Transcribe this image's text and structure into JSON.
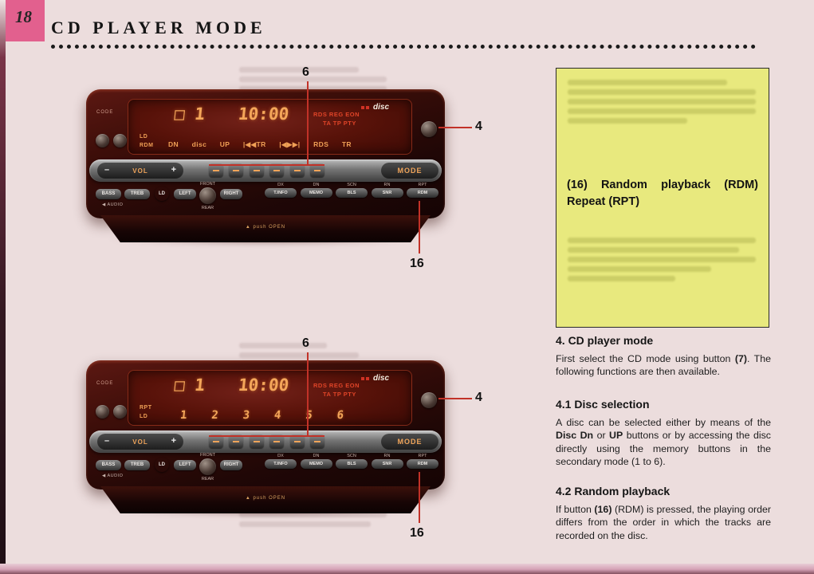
{
  "page": {
    "number": "18",
    "title": "CD PLAYER MODE"
  },
  "callouts": {
    "six": "6",
    "four": "4",
    "sixteen": "16"
  },
  "stereo_top": {
    "code_label": "CODE",
    "display": {
      "disc": "□ 1",
      "time": "10:00",
      "rds_line1": "RDS REG EON",
      "rds_line2": "TA TP PTY",
      "logo": "disc"
    },
    "row2_left": [
      "LD",
      "RDM"
    ],
    "row2_items": [
      "DN",
      "disc",
      "UP",
      "|◀◀TR",
      "|◀▶▶|",
      "RDS",
      "TR"
    ],
    "vol": {
      "minus": "–",
      "label": "VOL",
      "plus": "+"
    },
    "mode_label": "MODE",
    "small_buttons": [
      "BASS",
      "TREB",
      "LD",
      "LEFT",
      "RIGHT"
    ],
    "front_label": "FRONT",
    "rear_label": "REAR",
    "audio_label": "◀ AUDIO",
    "right_buttons": [
      {
        "top": "DX",
        "label": "T.INFO"
      },
      {
        "top": "DN",
        "label": "MEMO"
      },
      {
        "top": "SCN",
        "label": "BLS"
      },
      {
        "top": "RN",
        "label": "SNR"
      },
      {
        "top": "RPT",
        "label": "RDM"
      }
    ],
    "open_label": "▲ push OPEN"
  },
  "stereo_bottom": {
    "code_label": "CODE",
    "display": {
      "disc": "□ 1",
      "time": "10:00",
      "rds_line1": "RDS REG EON",
      "rds_line2": "TA TP PTY",
      "logo": "disc"
    },
    "row2_left": [
      "RPT",
      "LD"
    ],
    "row2_digits": [
      "1",
      "2",
      "3",
      "4",
      "5",
      "6"
    ],
    "vol": {
      "minus": "–",
      "label": "VOL",
      "plus": "+"
    },
    "mode_label": "MODE",
    "small_buttons": [
      "BASS",
      "TREB",
      "LD",
      "LEFT",
      "RIGHT"
    ],
    "front_label": "FRONT",
    "rear_label": "REAR",
    "audio_label": "◀ AUDIO",
    "right_buttons": [
      {
        "top": "DX",
        "label": "T.INFO"
      },
      {
        "top": "DN",
        "label": "MEMO"
      },
      {
        "top": "SCN",
        "label": "BLS"
      },
      {
        "top": "RN",
        "label": "SNR"
      },
      {
        "top": "RPT",
        "label": "RDM"
      }
    ],
    "open_label": "▲ push OPEN"
  },
  "yellow_box": {
    "line1": "(16) Random playback (RDM)",
    "line2": "Repeat (RPT)"
  },
  "sections": [
    {
      "heading": "4. CD player mode",
      "body": [
        "First select the CD mode using button ",
        "(7)",
        ". The following functions are then available."
      ]
    },
    {
      "heading": "4.1 Disc selection",
      "body": [
        "A disc can be selected either by means of the ",
        "Disc Dn",
        " or ",
        "UP",
        " buttons or by accessing the disc directly using the memory buttons in the secondary mode (1 to 6)."
      ]
    },
    {
      "heading": "4.2 Random playback",
      "body": [
        "If button ",
        "(16)",
        " (RDM) is pressed, the playing order differs from the order in which the tracks are recorded on the disc."
      ]
    }
  ]
}
